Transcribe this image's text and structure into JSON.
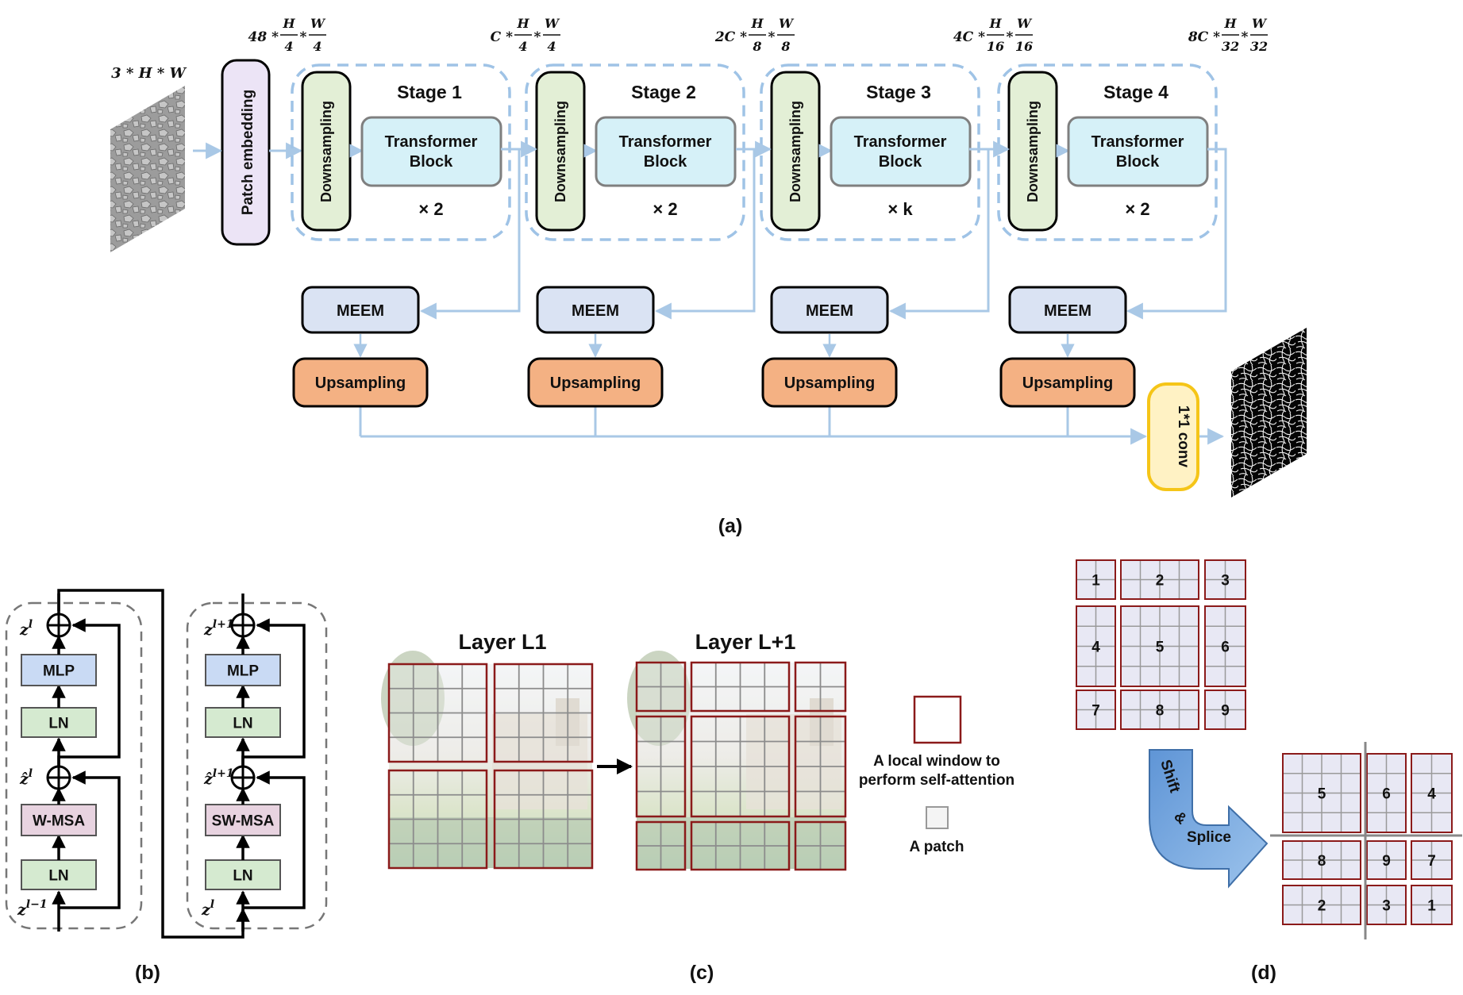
{
  "panel_a": {
    "input_dim": "3 * H * W",
    "dims": [
      {
        "coef": "48 *",
        "h_num": "H",
        "h_den": "4",
        "w_num": "W",
        "w_den": "4"
      },
      {
        "coef": "C *",
        "h_num": "H",
        "h_den": "4",
        "w_num": "W",
        "w_den": "4"
      },
      {
        "coef": "2C *",
        "h_num": "H",
        "h_den": "8",
        "w_num": "W",
        "w_den": "8"
      },
      {
        "coef": "4C *",
        "h_num": "H",
        "h_den": "16",
        "w_num": "W",
        "w_den": "16"
      },
      {
        "coef": "8C *",
        "h_num": "H",
        "h_den": "32",
        "w_num": "W",
        "w_den": "32"
      }
    ],
    "patch_embedding": "Patch embedding",
    "stages": [
      {
        "title": "Stage 1",
        "downsampling": "Downsampling",
        "block": [
          "Transformer",
          "Block"
        ],
        "repeat": "× 2"
      },
      {
        "title": "Stage 2",
        "downsampling": "Downsampling",
        "block": [
          "Transformer",
          "Block"
        ],
        "repeat": "× 2"
      },
      {
        "title": "Stage 3",
        "downsampling": "Downsampling",
        "block": [
          "Transformer",
          "Block"
        ],
        "repeat": "× k"
      },
      {
        "title": "Stage 4",
        "downsampling": "Downsampling",
        "block": [
          "Transformer",
          "Block"
        ],
        "repeat": "× 2"
      }
    ],
    "meem": "MEEM",
    "upsampling": "Upsampling",
    "conv": "1*1 conv",
    "caption": "(a)"
  },
  "panel_b": {
    "left": {
      "top_var": "z",
      "top_sup": "l",
      "mid_var": "ẑ",
      "mid_sup": "l",
      "bot_var": "z",
      "bot_sup": "l−1",
      "attn": "W-MSA"
    },
    "right": {
      "top_var": "z",
      "top_sup": "l+1",
      "mid_var": "ẑ",
      "mid_sup": "l+1",
      "bot_var": "z",
      "bot_sup": "l",
      "attn": "SW-MSA"
    },
    "mlp": "MLP",
    "ln": "LN",
    "caption": "(b)"
  },
  "panel_c": {
    "layer1": "Layer L1",
    "layer2": "Layer L+1",
    "legend_window": [
      "A local window to",
      "perform self-attention"
    ],
    "legend_patch": "A patch",
    "caption": "(c)"
  },
  "panel_d": {
    "grid_before": [
      "1",
      "2",
      "3",
      "4",
      "5",
      "6",
      "7",
      "8",
      "9"
    ],
    "grid_after": [
      "5",
      "6",
      "4",
      "8",
      "9",
      "7",
      "2",
      "3",
      "1"
    ],
    "arrow_label": [
      "Shift",
      "&",
      "Splice"
    ],
    "caption": "(d)"
  },
  "colors": {
    "arrow": "#a9c8e6",
    "stage_border": "#9fc3e6",
    "patch_embedding_fill": "#ece4f6",
    "downsampling_fill": "#e3efd6",
    "transformer_fill": "#d6f1f8",
    "meem_fill": "#dae3f3",
    "upsampling_fill": "#f4b183",
    "conv_fill": "#fff2c4",
    "conv_border": "#f5c518",
    "mlp_fill": "#c9daf4",
    "ln_fill": "#d5ead0",
    "msa_fill": "#e8d3e0",
    "window_border": "#8b1a1a",
    "grid_cell_fill": "#e8e8f4"
  },
  "icons": [
    "input-texture-image",
    "output-segmentation-mask",
    "castle-photo",
    "shift-splice-arrow",
    "add-icon"
  ]
}
